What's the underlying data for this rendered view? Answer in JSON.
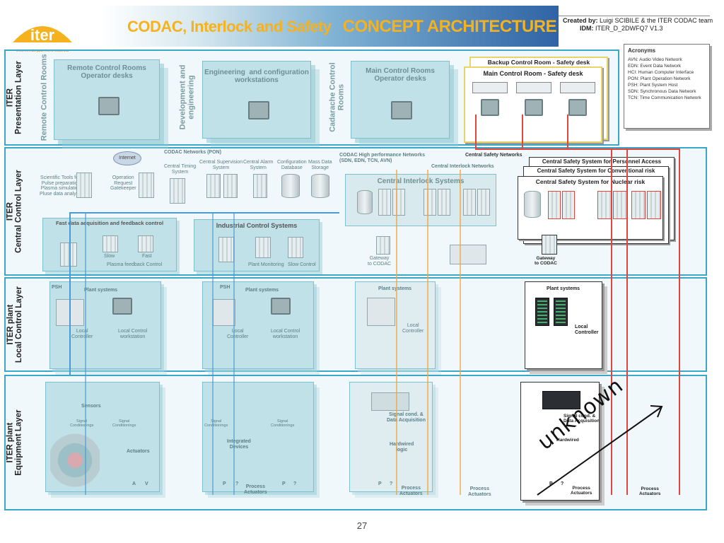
{
  "header": {
    "logo_text": "iter",
    "logo_subtitle": "china eu india japan korea russia usa",
    "title_part1": "CODAC, Interlock and Safety",
    "title_part2": "CONCEPT ARCHITECTURE",
    "created_by_label": "Created by:",
    "created_by_value": "Luigi SCIBILE & the ITER CODAC team",
    "idm_label": "IDM:",
    "idm_value": "ITER_D_2DWFQ7 V1.3"
  },
  "acronyms": {
    "title": "Acronyms",
    "items": [
      "AVN: Audio Video Network",
      "EDN: Event Data Network",
      "HCI: Human Computer Interface",
      "PON: Plant Operation Network",
      "PSH: Plant System Host",
      "SDN: Synchronous Data Network",
      "TCN: Time Communication Network"
    ]
  },
  "layers": {
    "presentation": "ITER\nPresentation Layer",
    "central": "ITER\nCentral Control Layer",
    "local": "ITER plant\nLocal Control Layer",
    "equipment": "ITER plant\nEquipment Layer"
  },
  "presentation": {
    "remote_rooms_vertical": "Remote Control Rooms",
    "remote_rooms_title": "Remote Control Rooms\nOperator desks",
    "dev_eng_vertical": "Development and\nengineering",
    "eng_config_title": "Engineering  and configuration\nworkstations",
    "cadarache_vertical": "Cadarache Control\nRooms",
    "main_rooms_title": "Main Control Rooms\nOperator desks",
    "backup_safety": "Backup Control Room - Safety desk",
    "main_safety": "Main Control Room - Safety desk"
  },
  "central": {
    "internet": "Internet",
    "codac_networks": "CODAC Networks (PON)",
    "scientific_tools": "Scientific Tools for:\nPulse preparation\nPlasma simulation\nPluse data analysis",
    "gatekeeper": "Operation\nRequest\nGatekeeper",
    "timing": "Central Timing\nSystem",
    "supervision": "Central Supervision\nSystem",
    "alarm": "Central Alarm\nSystem",
    "config_db": "Configuration\nDatabase",
    "mass_storage": "Mass Data\nStorage",
    "hp_networks": "CODAC High performance Networks\n(SDN, EDN, TCN, AVN)",
    "interlock_networks": "Central Interlock Networks",
    "safety_networks": "Central Safety Networks",
    "interlock_systems": "Central Interlock Systems",
    "safety_personnel": "Central Safety System for Personnel Access",
    "safety_conventional": "Central Safety System for Conventional risk",
    "safety_nuclear": "Central Safety System for Nuclear risk",
    "fast_daq": "Fast data acquisition and feedback control",
    "slow": "Slow",
    "fast": "Fast",
    "plasma_feedback": "Plasma feedback Control",
    "ics": "Industrial Control Systems",
    "plant_monitoring": "Plant Monitoring",
    "slow_control": "Slow Control",
    "gateway_codac_1": "Gateway\nto CODAC",
    "gateway_codac_2": "Gateway\nto CODAC"
  },
  "local": {
    "psh": "PSH",
    "plant_systems": "Plant systems",
    "local_controller": "Local\nController",
    "local_workstation": "Local Control\nworkstation"
  },
  "equipment": {
    "sensors": "Sensors",
    "signal_cond": "Signal\nConditionings",
    "actuators": "Actuators",
    "integrated_devices": "Integrated\nDevices",
    "process_actuators": "Process\nActuators",
    "signal_daq": "Signal cond. &\nData Acquisition",
    "hardwired_logic": "Hardwired\nlogic",
    "hardwired_short": "Hardwired",
    "a_label": "A",
    "v_label": "V",
    "p_label": "P",
    "q_label": "?"
  },
  "annotation": {
    "handwritten": "unknown"
  },
  "page_number": "27",
  "colors": {
    "layer_border": "#3aa6c8",
    "title_orange": "#f5b21e",
    "safety_red": "#e0463e",
    "network_blue": "#4b9ad1",
    "interlock_orange": "#f0a640"
  }
}
